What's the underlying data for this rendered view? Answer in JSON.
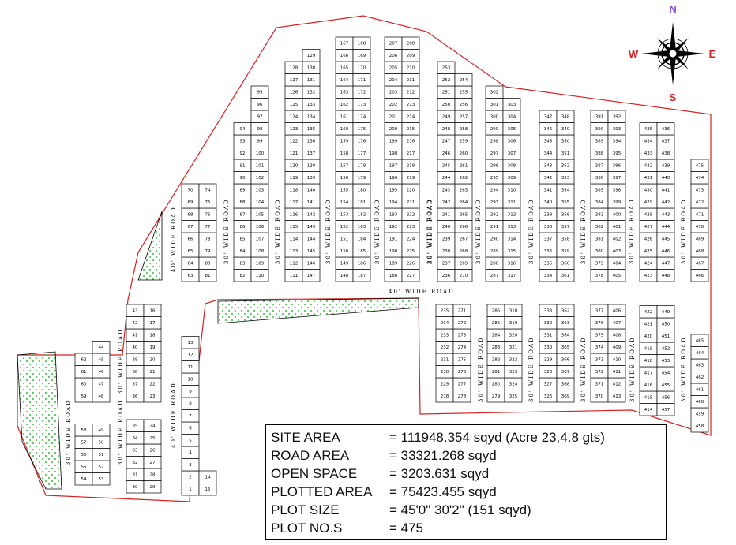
{
  "compass": {
    "north": "N",
    "south": "S",
    "east": "E",
    "west": "W"
  },
  "roads": {
    "r40_central": "40' WIDE ROAD",
    "r40_left": "40' WIDE ROAD",
    "r40_lower": "40' WIDE ROAD",
    "r30": "30' WIDE ROAD"
  },
  "colors": {
    "boundary": "#d62020",
    "open_space": "#2fbf3a",
    "grid": "#000000"
  },
  "summary": [
    {
      "key": "SITE AREA",
      "value": "= 111948.354 sqyd (Acre 23,4.8 gts)"
    },
    {
      "key": "ROAD AREA",
      "value": "= 33321.268 sqyd"
    },
    {
      "key": "OPEN SPACE",
      "value": "= 3203.631 sqyd"
    },
    {
      "key": "PLOTTED AREA",
      "value": "= 75423.455 sqyd"
    },
    {
      "key": "PLOT SIZE",
      "value": "= 45'0\" 30'2\" (151 sqyd)"
    },
    {
      "key": "PLOT NO.S",
      "value": "= 475"
    }
  ],
  "blocks": [
    {
      "id": "b1",
      "cols": [
        [
          63,
          64,
          65,
          66,
          67,
          68,
          69,
          70
        ],
        [
          81,
          80,
          79,
          78,
          77,
          76,
          75,
          74
        ]
      ]
    },
    {
      "id": "b2",
      "cols": [
        [
          82,
          83,
          84,
          85,
          86,
          87,
          88,
          89,
          90,
          91,
          92,
          93,
          94
        ],
        [
          110,
          109,
          108,
          107,
          106,
          105,
          104,
          103,
          102,
          101,
          100,
          99,
          98,
          97,
          96,
          95
        ]
      ]
    },
    {
      "id": "b3",
      "cols": [
        [
          111,
          112,
          113,
          114,
          115,
          116,
          117,
          118,
          119,
          120,
          121,
          122,
          123,
          124,
          125,
          126,
          127,
          128
        ],
        [
          147,
          146,
          145,
          144,
          143,
          142,
          141,
          140,
          139,
          138,
          137,
          136,
          135,
          134,
          133,
          132,
          131,
          130,
          129
        ]
      ]
    },
    {
      "id": "b4",
      "cols": [
        [
          148,
          149,
          150,
          151,
          152,
          153,
          154,
          155,
          156,
          157,
          158,
          159,
          160,
          161,
          162,
          163,
          164,
          165,
          166,
          167
        ],
        [
          187,
          186,
          185,
          184,
          183,
          182,
          181,
          180,
          179,
          178,
          177,
          176,
          175,
          174,
          173,
          172,
          171,
          170,
          169,
          168
        ]
      ]
    },
    {
      "id": "b5",
      "cols": [
        [
          188,
          189,
          190,
          191,
          192,
          193,
          194,
          195,
          196,
          197,
          198,
          199,
          200,
          201,
          202,
          203,
          204,
          205,
          206,
          207
        ],
        [
          227,
          226,
          225,
          224,
          223,
          222,
          221,
          220,
          219,
          218,
          217,
          216,
          215,
          214,
          213,
          212,
          211,
          210,
          209,
          208
        ]
      ]
    },
    {
      "id": "b6",
      "cols": [
        [
          236,
          237,
          238,
          239,
          240,
          241,
          242,
          243,
          244,
          245,
          246,
          247,
          248,
          249,
          250,
          251,
          252,
          253
        ],
        [
          270,
          269,
          268,
          267,
          266,
          265,
          264,
          263,
          262,
          261,
          260,
          259,
          258,
          257,
          256,
          255,
          254
        ]
      ]
    },
    {
      "id": "b7",
      "cols": [
        [
          287,
          288,
          289,
          290,
          291,
          292,
          293,
          294,
          295,
          296,
          297,
          298,
          299,
          300,
          301,
          302
        ],
        [
          317,
          316,
          315,
          314,
          313,
          312,
          311,
          310,
          309,
          308,
          307,
          306,
          305,
          304,
          303
        ]
      ]
    },
    {
      "id": "b8",
      "cols": [
        [
          334,
          335,
          336,
          337,
          338,
          339,
          340,
          341,
          342,
          343,
          344,
          345,
          346,
          347
        ],
        [
          361,
          360,
          359,
          358,
          357,
          356,
          355,
          354,
          353,
          352,
          351,
          350,
          349,
          348
        ]
      ]
    },
    {
      "id": "b9",
      "cols": [
        [
          378,
          379,
          380,
          381,
          382,
          383,
          384,
          385,
          386,
          387,
          388,
          389,
          390,
          391
        ],
        [
          405,
          404,
          403,
          402,
          401,
          400,
          399,
          398,
          397,
          396,
          395,
          394,
          393,
          392
        ]
      ]
    },
    {
      "id": "b10",
      "cols": [
        [
          423,
          424,
          425,
          426,
          427,
          428,
          429,
          430,
          431,
          432,
          433,
          434,
          435
        ],
        [
          448,
          447,
          446,
          445,
          444,
          443,
          442,
          441,
          440,
          439,
          438,
          437,
          436
        ]
      ]
    },
    {
      "id": "b11",
      "cols": [
        [
          466,
          467,
          468,
          469,
          470,
          471,
          472,
          473,
          474,
          475
        ]
      ]
    },
    {
      "id": "b12",
      "cols": [
        [
          278,
          229,
          230,
          231,
          232,
          233,
          234,
          235
        ],
        [
          278,
          277,
          276,
          275,
          274,
          273,
          272,
          271
        ]
      ]
    },
    {
      "id": "b13",
      "cols": [
        [
          279,
          280,
          281,
          282,
          283,
          284,
          285,
          286
        ],
        [
          325,
          324,
          323,
          322,
          321,
          320,
          319,
          318
        ]
      ]
    },
    {
      "id": "b14",
      "cols": [
        [
          326,
          327,
          328,
          329,
          330,
          331,
          332,
          333
        ],
        [
          369,
          368,
          367,
          366,
          365,
          364,
          363,
          362
        ]
      ]
    },
    {
      "id": "b15",
      "cols": [
        [
          370,
          371,
          372,
          373,
          374,
          375,
          376,
          377
        ],
        [
          413,
          412,
          411,
          410,
          409,
          408,
          407,
          406
        ]
      ]
    },
    {
      "id": "b16",
      "cols": [
        [
          414,
          415,
          416,
          417,
          418,
          419,
          420,
          421,
          422
        ],
        [
          457,
          456,
          455,
          454,
          453,
          452,
          451,
          450,
          449
        ]
      ]
    },
    {
      "id": "b17",
      "cols": [
        [
          458,
          459,
          460,
          461,
          462,
          463,
          464,
          465
        ]
      ]
    },
    {
      "id": "b18",
      "cols": [
        [
          36,
          37,
          38,
          39,
          40,
          41,
          42,
          43
        ],
        [
          23,
          22,
          21,
          20,
          19,
          18,
          17,
          16
        ]
      ]
    },
    {
      "id": "b19",
      "cols": [
        [
          1,
          2,
          3,
          4,
          5,
          6,
          7,
          8,
          9,
          10,
          11,
          12,
          13
        ],
        [
          15,
          14
        ]
      ]
    },
    {
      "id": "b20",
      "cols": [
        [
          59,
          60,
          61,
          62
        ],
        [
          48,
          47,
          46,
          45,
          44
        ]
      ]
    },
    {
      "id": "b21",
      "cols": [
        [
          54,
          55,
          56,
          57,
          58
        ],
        [
          53,
          52,
          51,
          50,
          49
        ]
      ]
    },
    {
      "id": "b22",
      "cols": [
        [
          30,
          31,
          32,
          33,
          34,
          35
        ],
        [
          29,
          28,
          27,
          26,
          25,
          24
        ]
      ]
    }
  ]
}
